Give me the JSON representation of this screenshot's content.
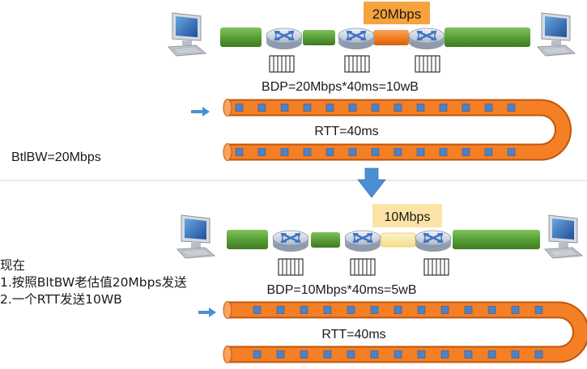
{
  "top": {
    "bandwidth_badge": "20Mbps",
    "bdp_label": "BDP=20Mbps*40ms=10wB",
    "rtt_label": "RTT=40ms"
  },
  "left_label": "BtlBW=20Mbps",
  "bottom": {
    "bandwidth_badge": "10Mbps",
    "bdp_label": "BDP=10Mbps*40ms=5wB",
    "rtt_label": "RTT=40ms"
  },
  "note": {
    "line1": "现在",
    "line2": "1.按照BltBW老估值20Mbps发送",
    "line3": "2.一个RTT发送10WB"
  },
  "colors": {
    "pipe_orange": "#f47f24",
    "link_green": "#5a9e36",
    "bottleneck_orange": "#f47f24",
    "bottleneck_slowed": "#fde9a8",
    "badge_top": "#f7a23c",
    "badge_bottom": "#fce4a6",
    "packet_blue": "#4f81c8",
    "arrow_blue": "#4a8fd3",
    "separator": "#c8d6e4"
  },
  "icons": [
    "computer-icon",
    "router-icon",
    "queue-buffer-icon",
    "down-arrow-icon",
    "right-arrow-icon"
  ]
}
